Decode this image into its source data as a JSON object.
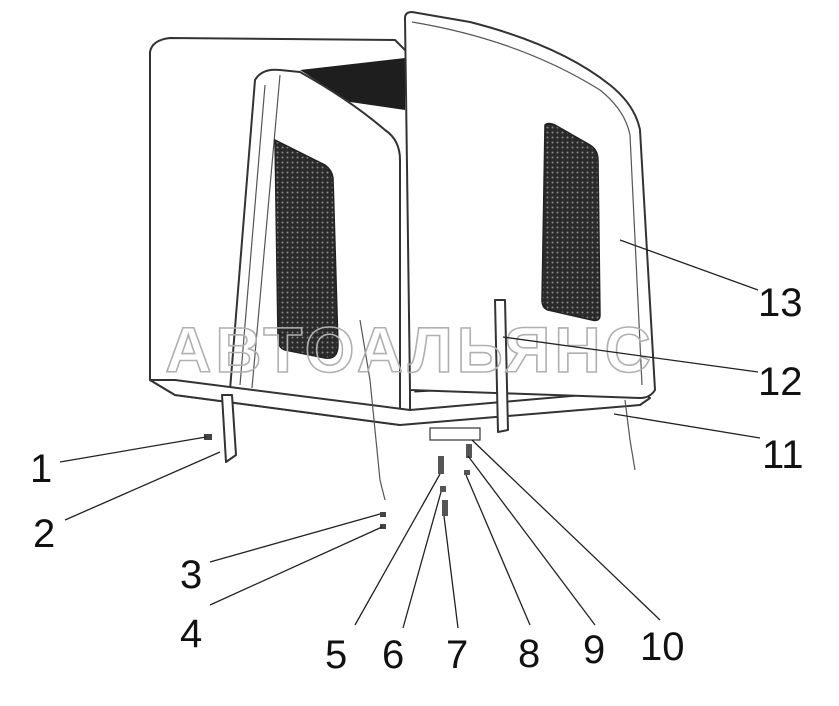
{
  "watermark": {
    "text": "АВТОАЛЬЯНС"
  },
  "callouts": [
    {
      "label": "1"
    },
    {
      "label": "2"
    },
    {
      "label": "3"
    },
    {
      "label": "4"
    },
    {
      "label": "5"
    },
    {
      "label": "6"
    },
    {
      "label": "7"
    },
    {
      "label": "8"
    },
    {
      "label": "9"
    },
    {
      "label": "10"
    },
    {
      "label": "11"
    },
    {
      "label": "12"
    },
    {
      "label": "13"
    }
  ],
  "colors": {
    "line": "#333333",
    "mesh": "#2a2a2a",
    "watermark": "#b0b0b0"
  }
}
